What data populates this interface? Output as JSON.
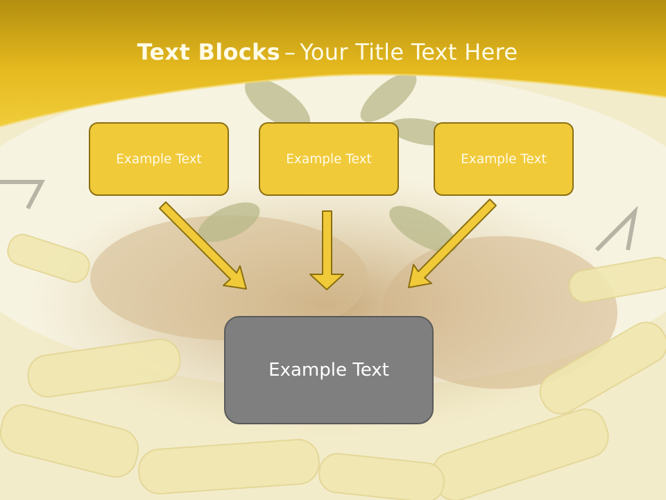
{
  "slide": {
    "title_bold": "Text Blocks",
    "title_dash": "–",
    "title_rest": "Your Title Text Here"
  },
  "blocks": {
    "top": [
      "Example Text",
      "Example Text",
      "Example Text"
    ],
    "bottom": "Example Text"
  },
  "colors": {
    "header_yellow": "#e7bd22",
    "box_fill": "#f1ca3a",
    "box_border": "#8a6f10",
    "bottom_box_fill": "#7f7f7f",
    "arrow_fill": "#f1ca3a"
  }
}
